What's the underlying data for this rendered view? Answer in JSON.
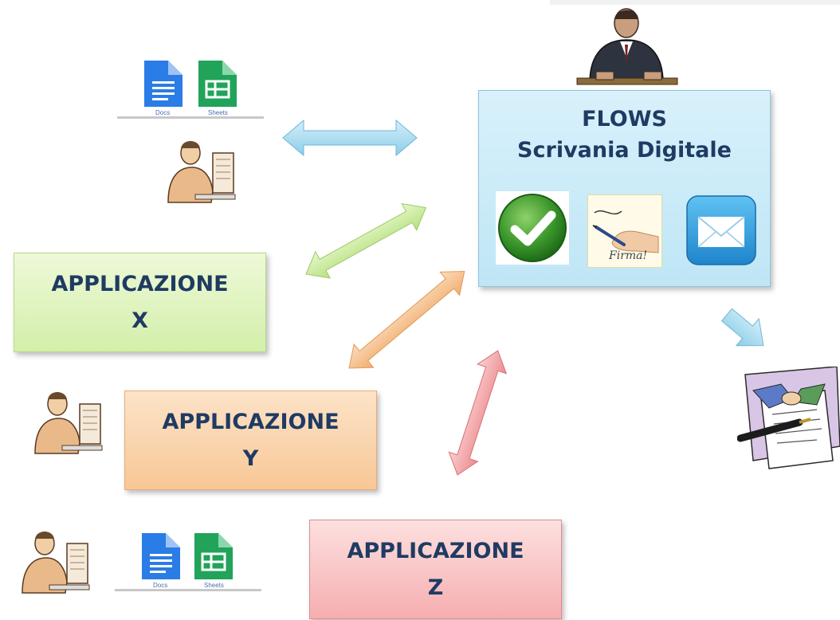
{
  "flows": {
    "title": "FLOWS",
    "subtitle": "Scrivania Digitale"
  },
  "firma_label": "Firma!",
  "app_x": {
    "line1": "APPLICAZIONE",
    "line2": "X"
  },
  "app_y": {
    "line1": "APPLICAZIONE",
    "line2": "Y"
  },
  "app_z": {
    "line1": "APPLICAZIONE",
    "line2": "Z"
  },
  "docs_label": "Docs",
  "sheets_label": "Sheets",
  "colors": {
    "flows_bg": "#bfe6f6",
    "app_x_bg": "#d3efaa",
    "app_y_bg": "#f8c796",
    "app_z_bg": "#f6aeb0",
    "text": "#1f3b63",
    "arrow_blue": "#a9dcf2",
    "arrow_green": "#cdeea0",
    "arrow_orange": "#f6c08e",
    "arrow_red": "#f3a1a3"
  },
  "icons": [
    "businessman-at-desk-icon",
    "office-worker-icon",
    "google-docs-icon",
    "google-sheets-icon",
    "approve-check-icon",
    "signature-hand-icon",
    "mail-envelope-icon",
    "handshake-contract-icon"
  ]
}
